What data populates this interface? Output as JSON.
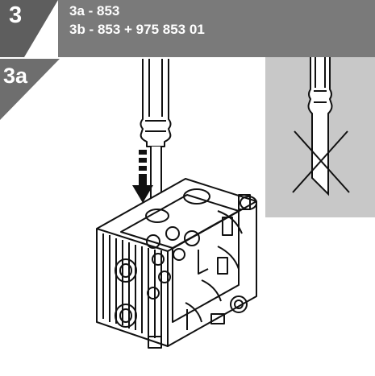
{
  "header": {
    "step_number": "3",
    "line1": "3a - 853",
    "line2": "3b - 853 + 975 853 01"
  },
  "sub_step": {
    "label": "3a"
  },
  "colors": {
    "header_gray": "#7a7a7a",
    "tab_gray": "#6e6e6e",
    "detail_bg": "#c8c8c8"
  }
}
